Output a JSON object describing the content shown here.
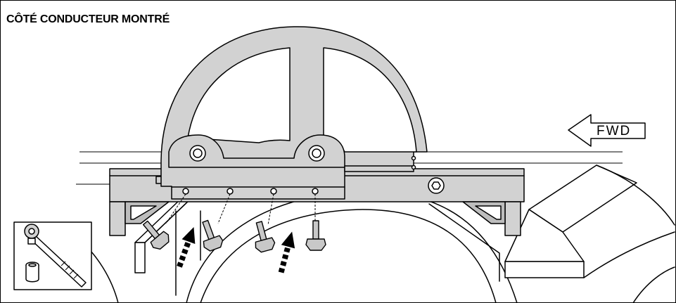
{
  "diagram": {
    "title": "CÔTÉ CONDUCTEUR MONTRÉ",
    "direction_label": "FWD",
    "fill_color": "#d2d2d2",
    "line_color": "#000000",
    "bolt_count": 4,
    "arrow_count": 2
  }
}
